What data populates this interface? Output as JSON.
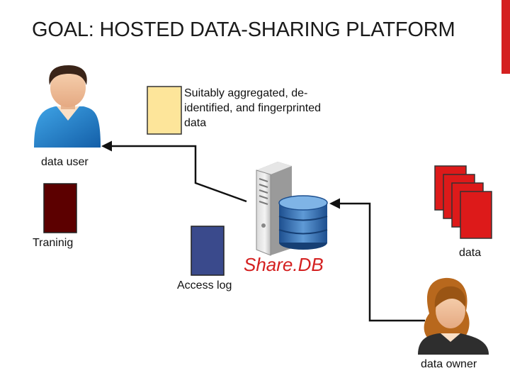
{
  "slide": {
    "title": "GOAL: HOSTED DATA-SHARING PLATFORM",
    "accent_color": "#d42020"
  },
  "doc_box": {
    "label_lines": [
      "Suitably aggregated, de-",
      "identified, and fingerprinted",
      "data"
    ],
    "color": "#fde59a"
  },
  "user": {
    "label": "data user",
    "icon": "male-user-icon"
  },
  "training": {
    "label": "Traninig",
    "color": "#5c0000"
  },
  "access_log": {
    "label": "Access log",
    "color": "#3a4a8c"
  },
  "server": {
    "label": "Share.DB",
    "icon": "server-database-icon"
  },
  "owner_data": {
    "label": "data",
    "color": "#dd1a1a"
  },
  "owner": {
    "label": "data owner",
    "icon": "female-user-icon"
  }
}
